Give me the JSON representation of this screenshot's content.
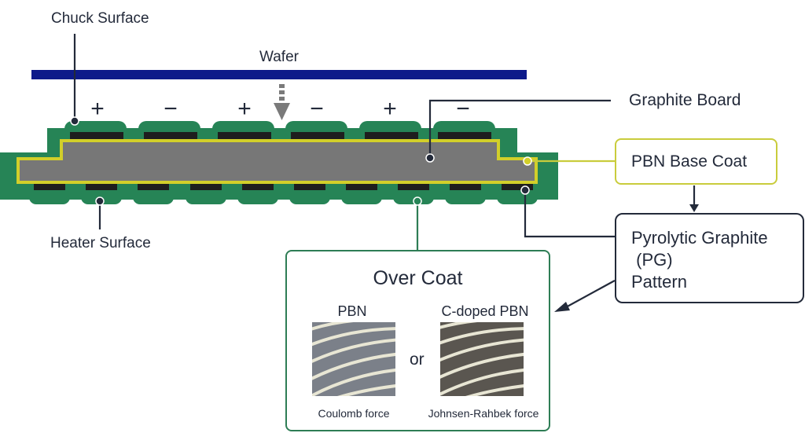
{
  "labels": {
    "chuck_surface": "Chuck Surface",
    "wafer": "Wafer",
    "heater_surface": "Heater Surface",
    "graphite_board": "Graphite Board",
    "pbn_base_coat": "PBN Base Coat",
    "pg_pattern_line1": "Pyrolytic Graphite",
    "pg_pattern_line2": " (PG)",
    "pg_pattern_line3": "Pattern"
  },
  "electrode_polarities": [
    "+",
    "−",
    "+",
    "−",
    "+",
    "−"
  ],
  "over_coat": {
    "title": "Over Coat",
    "separator": "or",
    "options": [
      {
        "name": "PBN",
        "force": "Coulomb force",
        "photo": "pbn-sample-photo"
      },
      {
        "name": "C-doped PBN",
        "force": "Johnsen-Rahbek force",
        "photo": "c-doped-pbn-sample-photo"
      }
    ]
  },
  "colors": {
    "wafer": "#0d1a8a",
    "overcoat_green": "#268456",
    "base_coat_yellow": "#d2cf2a",
    "graphite_gray": "#777777",
    "electrode_black": "#1e1e1e",
    "text_dark": "#232a3a",
    "arrow_gray": "#7a7a7a",
    "pbn_photo": "#7b8089",
    "c_doped_photo": "#5a5650",
    "stripe": "#e8e6d4"
  }
}
